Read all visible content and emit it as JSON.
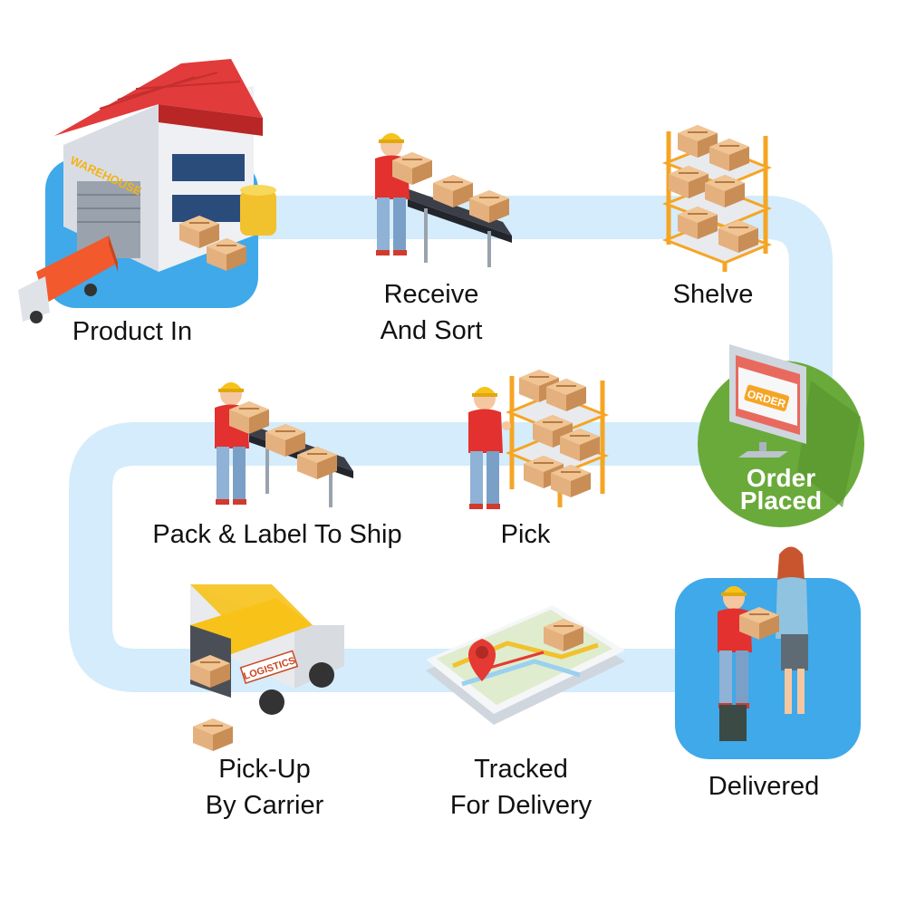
{
  "steps": [
    {
      "id": "product-in",
      "lines": [
        "Product In"
      ]
    },
    {
      "id": "receive-and-sort",
      "lines": [
        "Receive",
        "And Sort"
      ]
    },
    {
      "id": "shelve",
      "lines": [
        "Shelve"
      ]
    },
    {
      "id": "order-placed",
      "lines": [
        "Order",
        "Placed"
      ]
    },
    {
      "id": "pick",
      "lines": [
        "Pick"
      ]
    },
    {
      "id": "pack-label",
      "lines": [
        "Pack & Label To Ship"
      ]
    },
    {
      "id": "pick-up",
      "lines": [
        "Pick-Up",
        "By Carrier"
      ]
    },
    {
      "id": "tracked",
      "lines": [
        "Tracked",
        "For Delivery"
      ]
    },
    {
      "id": "delivered",
      "lines": [
        "Delivered"
      ]
    }
  ],
  "illustration_text": {
    "warehouse_sign": "WAREHOUSE",
    "monitor_button": "ORDER",
    "truck_logo": "LOGISTICS"
  },
  "colors": {
    "path": "#d4ecfb",
    "blue_badge": "#3fa9e9",
    "green_badge": "#6aaa3a",
    "roof": "#e23b3b",
    "box": "#d9a574",
    "worker_shirt": "#e2312e",
    "helmet": "#f7c21a",
    "shelf": "#f5a524",
    "van_roof": "#f7c21a",
    "pin": "#e53a33"
  }
}
